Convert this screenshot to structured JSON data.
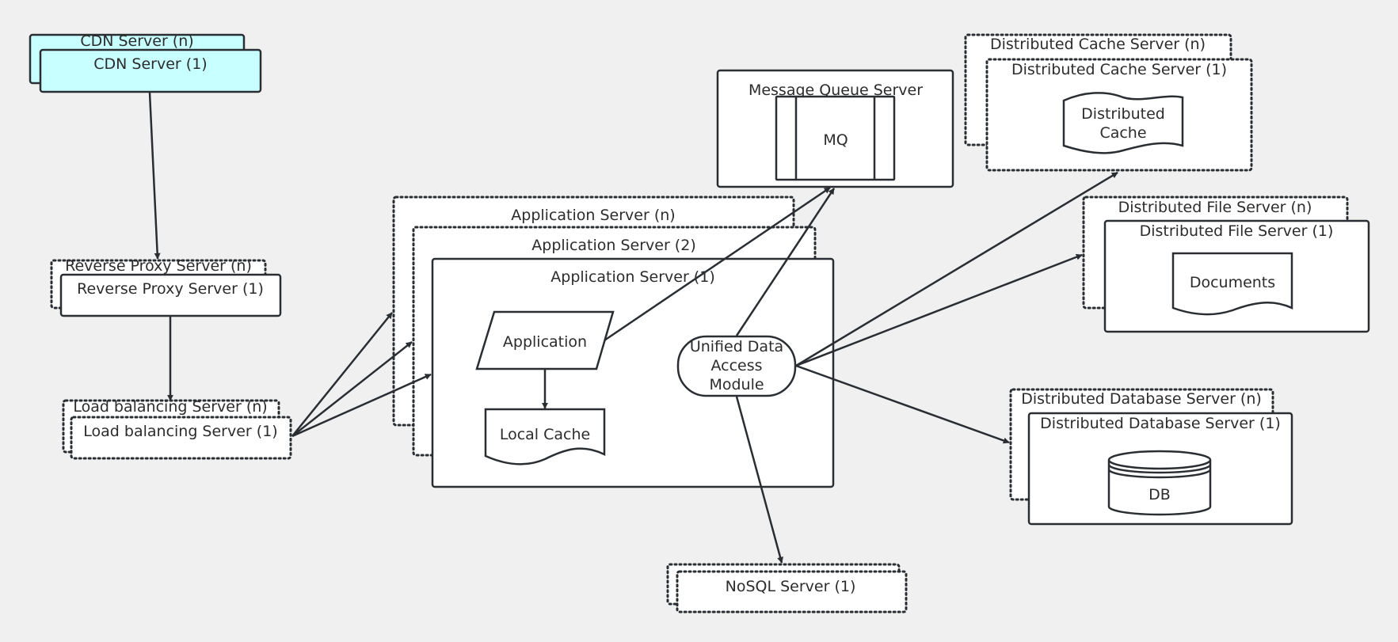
{
  "colors": {
    "background": "#f0f0f0",
    "stroke": "#2a2e33",
    "text": "#2c2c2c",
    "cdn_fill": "#c8ffff",
    "box_fill": "#ffffff"
  },
  "nodes": {
    "cdn_n": "CDN Server (n)",
    "cdn_1": "CDN Server (1)",
    "rproxy_n": "Reverse Proxy Server (n)",
    "rproxy_1": "Reverse Proxy Server (1)",
    "lb_n": "Load balancing Server (n)",
    "lb_1": "Load balancing Server (1)",
    "app_n": "Application Server (n)",
    "app_2": "Application Server (2)",
    "app_1": "Application Server (1)",
    "application": "Application",
    "local_cache": "Local Cache",
    "udam": [
      "Unified Data",
      "Access",
      "Module"
    ],
    "mq_server": "Message Queue Server",
    "mq": "MQ",
    "dcache_n": "Distributed Cache Server (n)",
    "dcache_1": "Distributed Cache Server (1)",
    "dcache_doc": [
      "Distributed",
      "Cache"
    ],
    "dfile_n": "Distributed File Server (n)",
    "dfile_1": "Distributed File Server (1)",
    "documents": "Documents",
    "ddb_n": "Distributed Database Server (n)",
    "ddb_1": "Distributed Database Server (1)",
    "db": "DB",
    "nosql": "NoSQL Server (1)"
  }
}
